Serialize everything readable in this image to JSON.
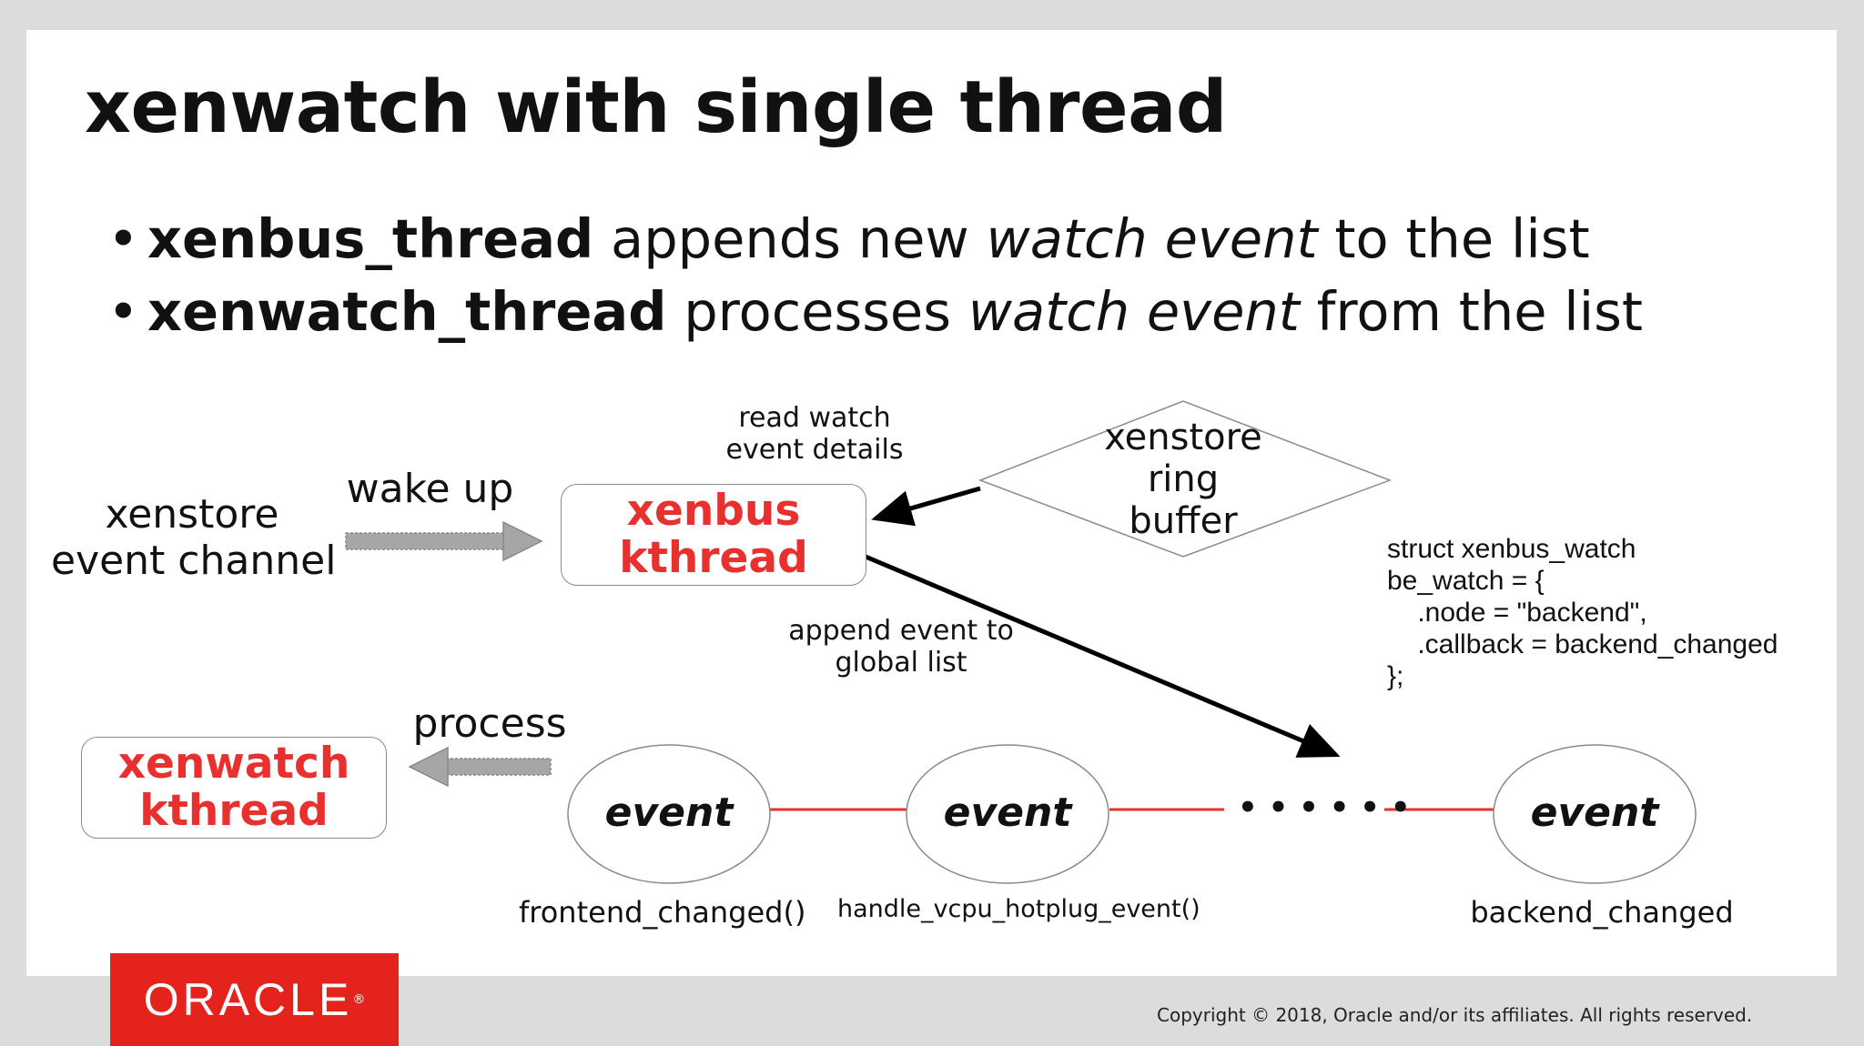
{
  "slide": {
    "title": "xenwatch with single thread",
    "bullets": [
      {
        "bold": "xenbus_thread",
        "pre": " appends new ",
        "italic": "watch event",
        "post": " to the list"
      },
      {
        "bold": "xenwatch_thread",
        "pre": " processes ",
        "italic": "watch event",
        "post": " from the list"
      }
    ]
  },
  "diagram": {
    "event_channel_label_1": "xenstore",
    "event_channel_label_2": "event channel",
    "wake_up_label": "wake up",
    "read_watch_label_1": "read watch",
    "read_watch_label_2": "event details",
    "xenbus_box_1": "xenbus",
    "xenbus_box_2": "kthread",
    "ring_buffer_1": "xenstore",
    "ring_buffer_2": "ring",
    "ring_buffer_3": "buffer",
    "append_label_1": "append event to",
    "append_label_2": "global list",
    "process_label": "process",
    "xenwatch_box_1": "xenwatch",
    "xenwatch_box_2": "kthread",
    "event_label": "event",
    "ellipsis": "• • •   • • •",
    "callbacks": [
      "frontend_changed()",
      "handle_vcpu_hotplug_event()",
      "backend_changed"
    ],
    "code": [
      "struct xenbus_watch",
      "be_watch = {",
      "    .node = \"backend\",",
      "    .callback = backend_changed",
      "};"
    ],
    "accent_color": "#e8302e"
  },
  "footer": {
    "logo_text": "ORACLE",
    "logo_mark": "®",
    "copyright": "Copyright © 2018, Oracle and/or its affiliates. All rights reserved."
  }
}
